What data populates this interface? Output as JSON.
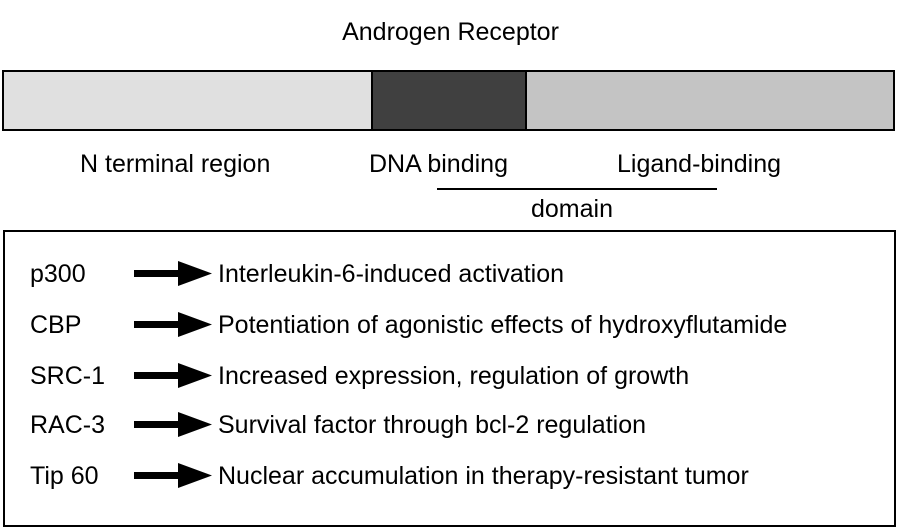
{
  "title": "Androgen Receptor",
  "domains": {
    "n_terminal": {
      "label": "N terminal region",
      "color": "#e0e0e0"
    },
    "dna_binding": {
      "label": "DNA binding",
      "color": "#404040"
    },
    "ligand_binding": {
      "label": "Ligand-binding",
      "color": "#c4c4c4"
    },
    "domain_word": "domain"
  },
  "coactivators": [
    {
      "name": "p300",
      "effect": "Interleukin-6-induced activation"
    },
    {
      "name": "CBP",
      "effect": "Potentiation of agonistic effects of hydroxyflutamide"
    },
    {
      "name": "SRC-1",
      "effect": "Increased expression, regulation of growth"
    },
    {
      "name": "RAC-3",
      "effect": "Survival factor through bcl-2 regulation"
    },
    {
      "name": "Tip 60",
      "effect": "Nuclear accumulation in therapy-resistant tumor"
    }
  ],
  "arrow_icon": "right-arrow-icon"
}
